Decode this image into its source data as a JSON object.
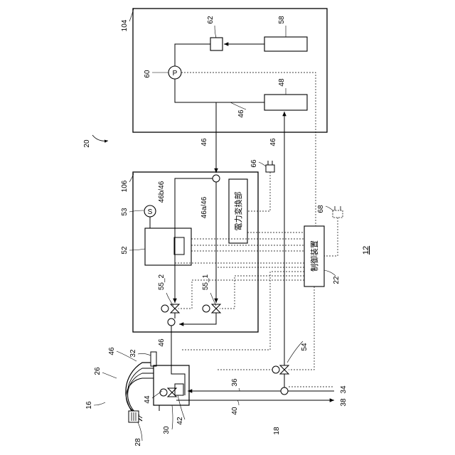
{
  "labels": {
    "fig_number": "12",
    "device_ref": "20",
    "box_104": "104",
    "box_106": "106",
    "sensor_s": "S",
    "pump_p": "P",
    "power_converter": "電力変換部",
    "controller": "制御装置",
    "n62": "62",
    "n58": "58",
    "n60": "60",
    "n48": "48",
    "n46_top": "46",
    "n46_mid": "46",
    "n46_right": "46",
    "n46_bottom": "46",
    "n46_coil": "46",
    "n46b": "46b/46",
    "n46a": "46a/46",
    "n53": "53",
    "n52": "52",
    "n66": "66",
    "n68": "68",
    "n55_2": "55_2",
    "n55_1": "55_1",
    "n22": "22",
    "n54": "54",
    "n32": "32",
    "n26": "26",
    "n16": "16",
    "n44": "44",
    "n30": "30",
    "n42": "42",
    "n28": "28",
    "n36": "36",
    "n40": "40",
    "n34": "34",
    "n38": "38",
    "n18": "18"
  }
}
